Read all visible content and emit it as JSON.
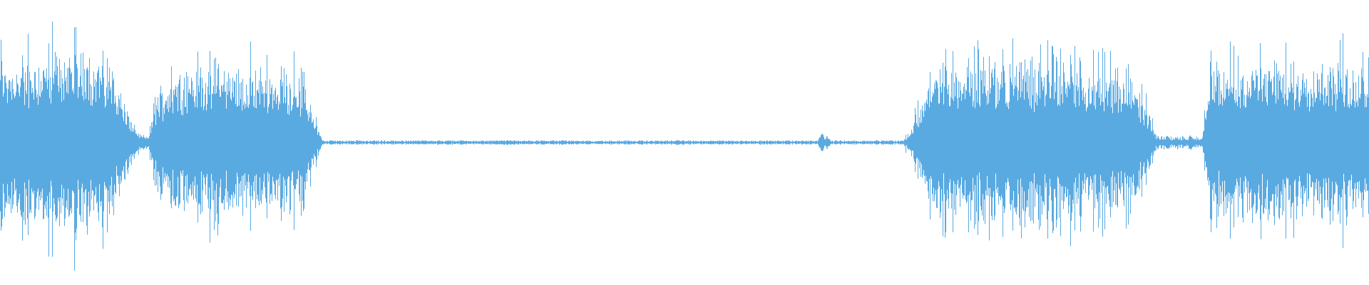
{
  "waveform": {
    "color": "#5aaae2",
    "background": "#ffffff",
    "envelope": [
      {
        "t": 0.0,
        "a": 0.72
      },
      {
        "t": 0.03,
        "a": 0.74
      },
      {
        "t": 0.045,
        "a": 0.8
      },
      {
        "t": 0.06,
        "a": 0.82
      },
      {
        "t": 0.08,
        "a": 0.7
      },
      {
        "t": 0.092,
        "a": 0.3
      },
      {
        "t": 0.1,
        "a": 0.08
      },
      {
        "t": 0.108,
        "a": 0.05
      },
      {
        "t": 0.115,
        "a": 0.45
      },
      {
        "t": 0.13,
        "a": 0.62
      },
      {
        "t": 0.18,
        "a": 0.64
      },
      {
        "t": 0.215,
        "a": 0.62
      },
      {
        "t": 0.228,
        "a": 0.3
      },
      {
        "t": 0.235,
        "a": 0.01
      },
      {
        "t": 0.66,
        "a": 0.01
      },
      {
        "t": 0.665,
        "a": 0.12
      },
      {
        "t": 0.68,
        "a": 0.6
      },
      {
        "t": 0.7,
        "a": 0.68
      },
      {
        "t": 0.76,
        "a": 0.7
      },
      {
        "t": 0.82,
        "a": 0.62
      },
      {
        "t": 0.838,
        "a": 0.3
      },
      {
        "t": 0.845,
        "a": 0.03
      },
      {
        "t": 0.878,
        "a": 0.03
      },
      {
        "t": 0.882,
        "a": 0.6
      },
      {
        "t": 0.9,
        "a": 0.68
      },
      {
        "t": 0.95,
        "a": 0.7
      },
      {
        "t": 1.0,
        "a": 0.66
      }
    ],
    "blips": [
      {
        "t": 0.305,
        "a": 0.015
      },
      {
        "t": 0.338,
        "a": 0.018
      },
      {
        "t": 0.43,
        "a": 0.012
      },
      {
        "t": 0.495,
        "a": 0.02
      },
      {
        "t": 0.6,
        "a": 0.08
      },
      {
        "t": 0.604,
        "a": 0.05
      }
    ]
  }
}
